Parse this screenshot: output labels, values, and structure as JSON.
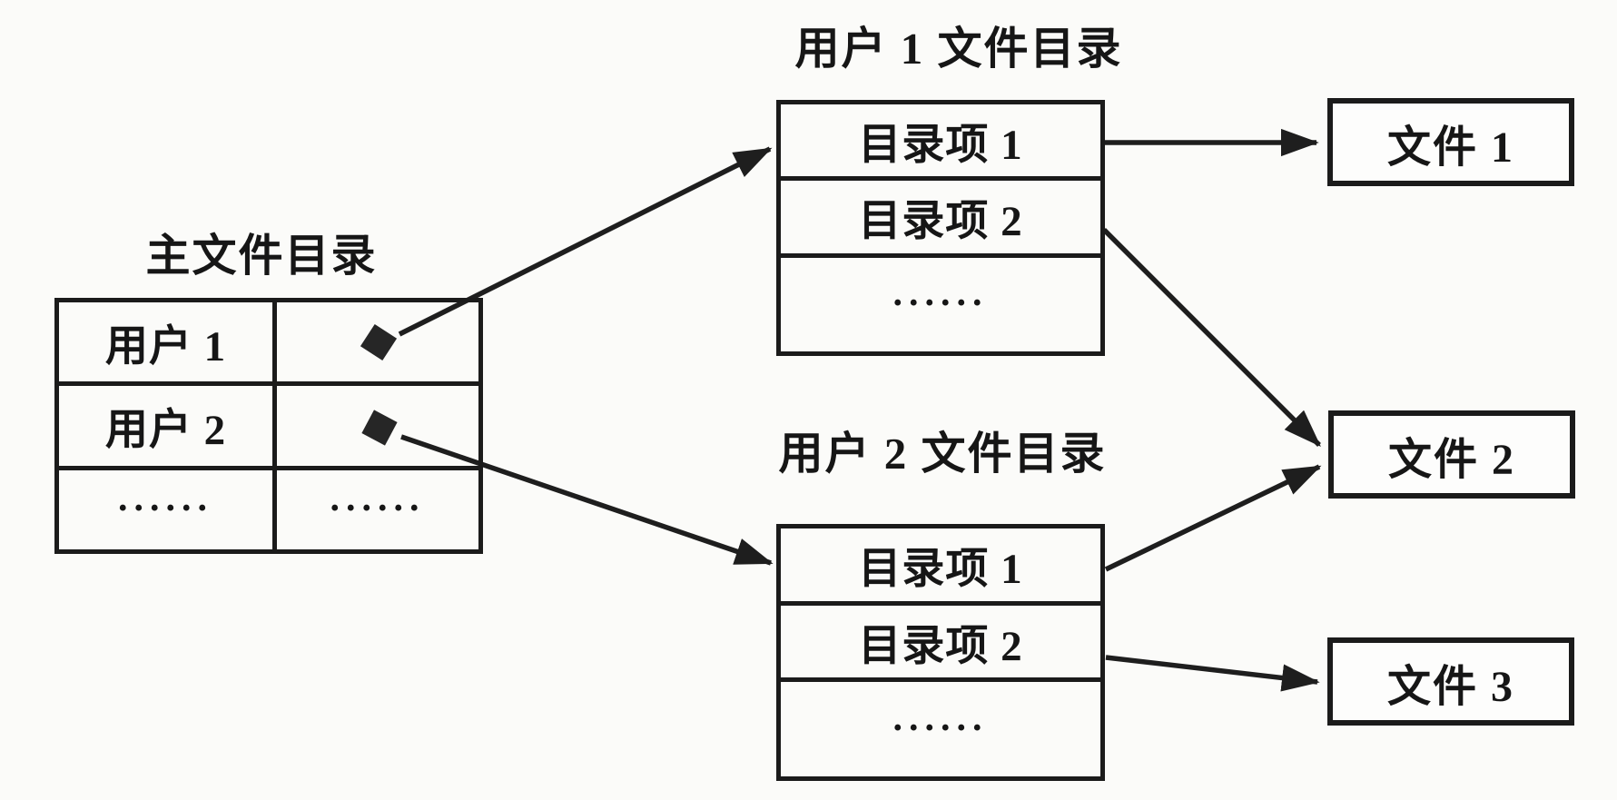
{
  "diagram_type": "two-level-file-directory-structure",
  "colors": {
    "ink": "#1b1b1b",
    "paper": "#fbfbf9"
  },
  "master_directory": {
    "title": "主文件目录",
    "rows": [
      {
        "user": "用户 1",
        "pointer": "diamond-pointer"
      },
      {
        "user": "用户 2",
        "pointer": "diamond-pointer"
      },
      {
        "user": "......",
        "pointer": "......"
      }
    ]
  },
  "user_directories": [
    {
      "title": "用户 1 文件目录",
      "entries": [
        "目录项 1",
        "目录项 2",
        "......"
      ]
    },
    {
      "title": "用户 2 文件目录",
      "entries": [
        "目录项 1",
        "目录项 2",
        "......"
      ]
    }
  ],
  "files": [
    {
      "label": "文件 1"
    },
    {
      "label": "文件 2"
    },
    {
      "label": "文件 3"
    }
  ],
  "connections": [
    {
      "from": "主文件目录 / 用户 1",
      "to": "用户 1 文件目录"
    },
    {
      "from": "主文件目录 / 用户 2",
      "to": "用户 2 文件目录"
    },
    {
      "from": "用户 1 文件目录 / 目录项 1",
      "to": "文件 1"
    },
    {
      "from": "用户 1 文件目录 / 目录项 2",
      "to": "文件 2"
    },
    {
      "from": "用户 2 文件目录 / 目录项 1",
      "to": "文件 2"
    },
    {
      "from": "用户 2 文件目录 / 目录项 2",
      "to": "文件 3"
    }
  ]
}
